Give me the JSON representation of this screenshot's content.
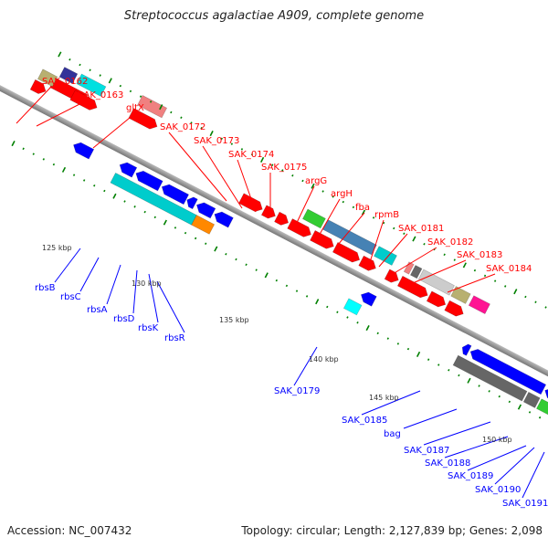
{
  "title": "Streptococcus agalactiae A909, complete genome",
  "footer": {
    "accession": "Accession: NC_007432",
    "topology": "Topology: circular; Length: 2,127,839 bp; Genes: 2,098"
  },
  "ticks": [
    "125 kbp",
    "130 kbp",
    "135 kbp",
    "140 kbp",
    "145 kbp",
    "150 kbp"
  ],
  "forward_labels": [
    "SAK_0162",
    "SAK_0163",
    "gltX",
    "SAK_0172",
    "SAK_0173",
    "SAK_0174",
    "SAK_0175",
    "argG",
    "argH",
    "fba",
    "rpmB",
    "SAK_0181",
    "SAK_0182",
    "SAK_0183",
    "SAK_0184"
  ],
  "reverse_labels": [
    "rbsB",
    "rbsC",
    "rbsA",
    "rbsD",
    "rbsK",
    "rbsR",
    "SAK_0179",
    "SAK_0185",
    "bag",
    "SAK_0187",
    "SAK_0188",
    "SAK_0189",
    "SAK_0190",
    "SAK_0191"
  ],
  "colors": {
    "forward_cds": "#ff0000",
    "reverse_cds": "#0000ff",
    "backbone": "#999999",
    "tick": "#008000",
    "forward_label": "#ff0000",
    "reverse_label": "#0000ff"
  }
}
